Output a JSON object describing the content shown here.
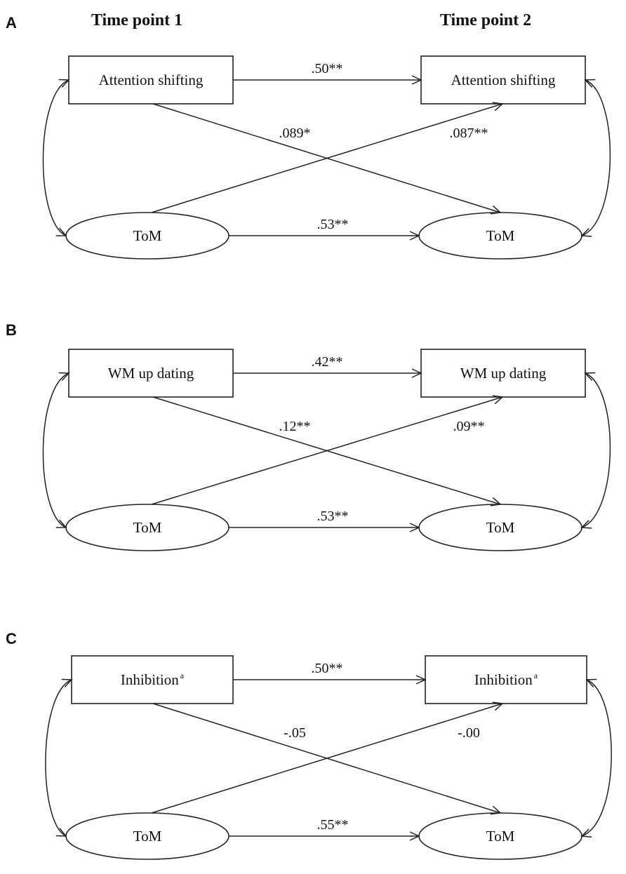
{
  "headers": {
    "time1": "Time point 1",
    "time2": "Time point 2"
  },
  "panels": [
    {
      "letter": "A",
      "construct": "Attention shifting",
      "construct_sup": "",
      "tom": "ToM",
      "coefs": {
        "top": ".50**",
        "cross_down": ".089*",
        "cross_up": ".087**",
        "bottom": ".53**"
      }
    },
    {
      "letter": "B",
      "construct": "WM up dating",
      "construct_sup": "",
      "tom": "ToM",
      "coefs": {
        "top": ".42**",
        "cross_down": ".12**",
        "cross_up": ".09**",
        "bottom": ".53**"
      }
    },
    {
      "letter": "C",
      "construct": "Inhibition",
      "construct_sup": "a",
      "tom": "ToM",
      "coefs": {
        "top": ".50**",
        "cross_down": "-.05",
        "cross_up": "-.00",
        "bottom": ".55**"
      }
    }
  ]
}
